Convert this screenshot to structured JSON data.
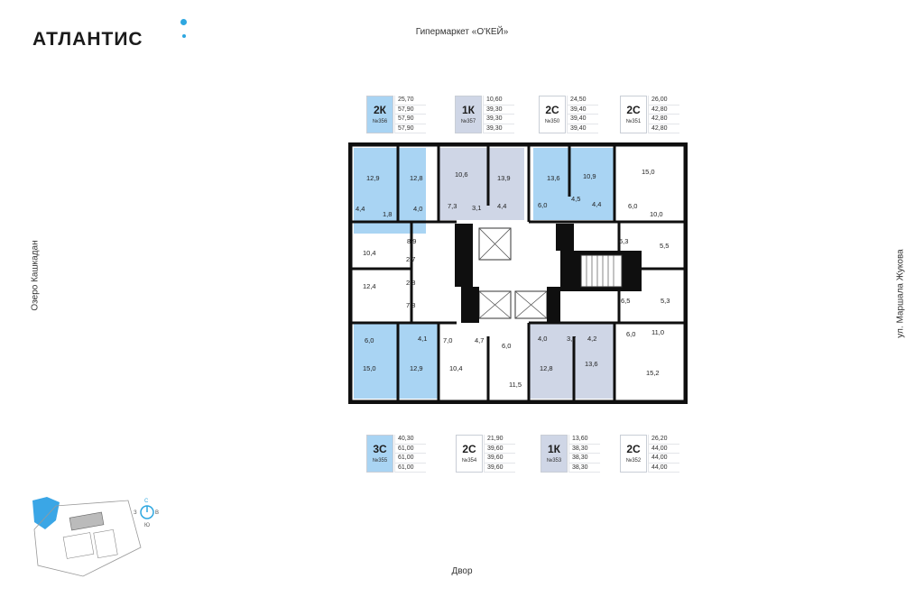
{
  "brand": {
    "name": "АТЛАНТИС"
  },
  "surroundings": {
    "top": "Гипермаркет «О'КЕЙ»",
    "left": "Озеро Кашкадан",
    "right": "ул. Маршала Жукова",
    "bottom": "Двор"
  },
  "colors": {
    "highlight_blue": "#a9d4f3",
    "highlight_lilac": "#cfd6e6",
    "wall": "#0f0f0f",
    "accent": "#2ea7e0"
  },
  "apartments_top": [
    {
      "type": "2К",
      "number": "№356",
      "areas": [
        "25,70",
        "57,90",
        "57,90",
        "57,90"
      ],
      "color": "#a9d4f3"
    },
    {
      "type": "1К",
      "number": "№357",
      "areas": [
        "10,60",
        "39,30",
        "39,30",
        "39,30"
      ],
      "color": "#cfd6e6"
    },
    {
      "type": "2С",
      "number": "№350",
      "areas": [
        "24,50",
        "39,40",
        "39,40",
        "39,40"
      ],
      "color": "#ffffff"
    },
    {
      "type": "2С",
      "number": "№351",
      "areas": [
        "26,00",
        "42,80",
        "42,80",
        "42,80"
      ],
      "color": "#ffffff"
    }
  ],
  "apartments_bottom": [
    {
      "type": "3С",
      "number": "№355",
      "areas": [
        "40,30",
        "61,00",
        "61,00",
        "61,00"
      ],
      "color": "#a9d4f3"
    },
    {
      "type": "2С",
      "number": "№354",
      "areas": [
        "21,90",
        "39,60",
        "39,60",
        "39,60"
      ],
      "color": "#ffffff"
    },
    {
      "type": "1К",
      "number": "№353",
      "areas": [
        "13,60",
        "38,30",
        "38,30",
        "38,30"
      ],
      "color": "#cfd6e6"
    },
    {
      "type": "2С",
      "number": "№352",
      "areas": [
        "26,20",
        "44,00",
        "44,00",
        "44,00"
      ],
      "color": "#ffffff"
    }
  ],
  "room_areas": [
    "12,9",
    "12,8",
    "10,6",
    "13,9",
    "13,6",
    "10,9",
    "15,0",
    "4,4",
    "1,8",
    "4,0",
    "7,3",
    "3,1",
    "4,4",
    "6,0",
    "4,5",
    "4,4",
    "6,0",
    "10,0",
    "8,9",
    "10,4",
    "2,7",
    "6,3",
    "5,5",
    "12,4",
    "2,8",
    "6,5",
    "5,3",
    "7,8",
    "6,0",
    "4,1",
    "7,0",
    "4,7",
    "6,0",
    "4,0",
    "3,7",
    "4,2",
    "6,0",
    "11,0",
    "15,0",
    "12,9",
    "10,4",
    "11,5",
    "12,8",
    "13,6",
    "15,2"
  ],
  "compass": {
    "north": "С",
    "south": "Ю",
    "west": "З",
    "east": "В"
  }
}
